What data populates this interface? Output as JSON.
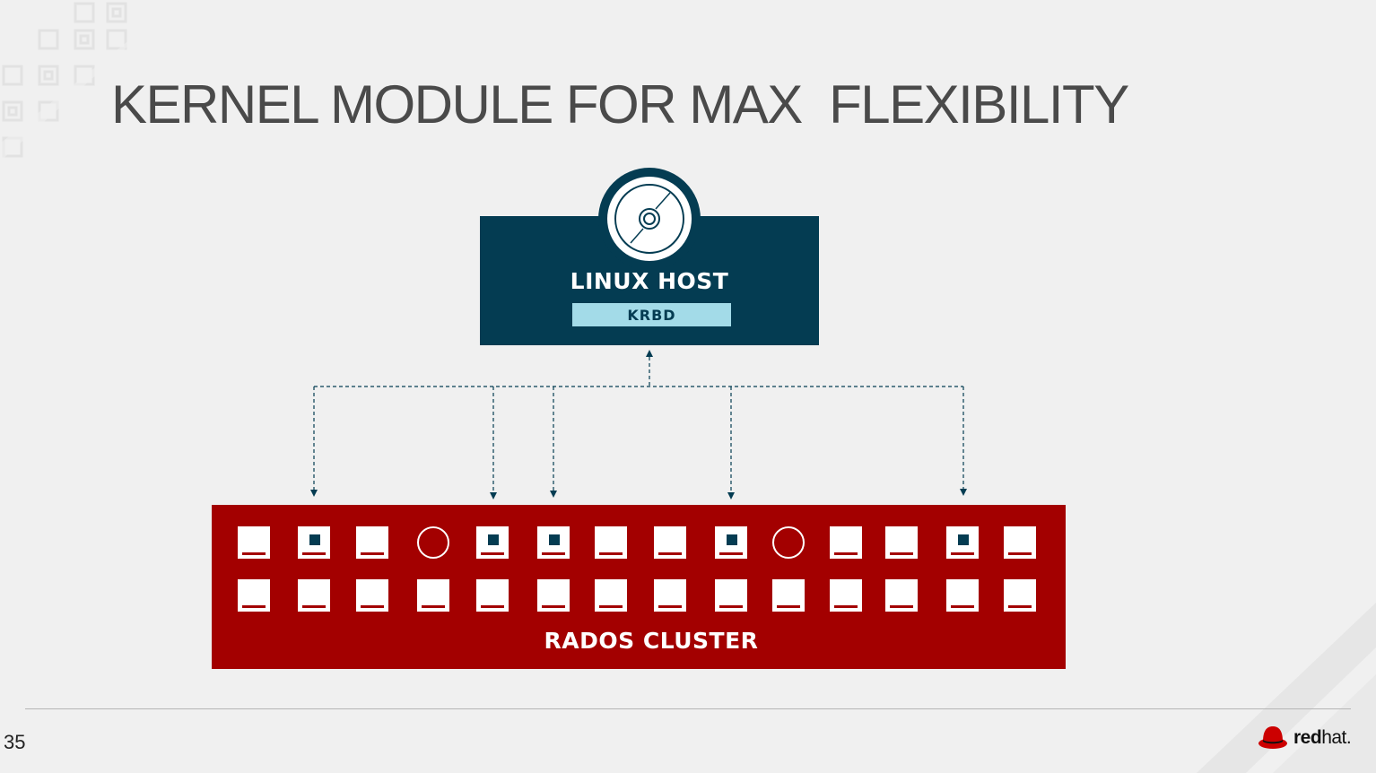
{
  "slide": {
    "title": "KERNEL MODULE FOR MAX  FLEXIBILITY",
    "page_number": "35"
  },
  "host": {
    "label": "LINUX HOST",
    "module": "KRBD",
    "icon": "disk-icon"
  },
  "cluster": {
    "label": "RADOS CLUSTER",
    "rows": [
      [
        "sq",
        "sq-mark",
        "sq",
        "circle",
        "sq-mark",
        "sq-mark",
        "sq",
        "sq",
        "sq-mark",
        "circle",
        "sq",
        "sq",
        "sq-mark",
        "sq"
      ],
      [
        "sq",
        "sq",
        "sq",
        "sq",
        "sq",
        "sq",
        "sq",
        "sq",
        "sq",
        "sq",
        "sq",
        "sq",
        "sq",
        "sq"
      ]
    ]
  },
  "logo": {
    "text_bold": "red",
    "text_regular": "hat."
  },
  "colors": {
    "host_bg": "#043c52",
    "krbd_bg": "#a3dbe8",
    "cluster_bg": "#a30000",
    "title": "#4a4a4a",
    "background": "#f0f0f0"
  }
}
